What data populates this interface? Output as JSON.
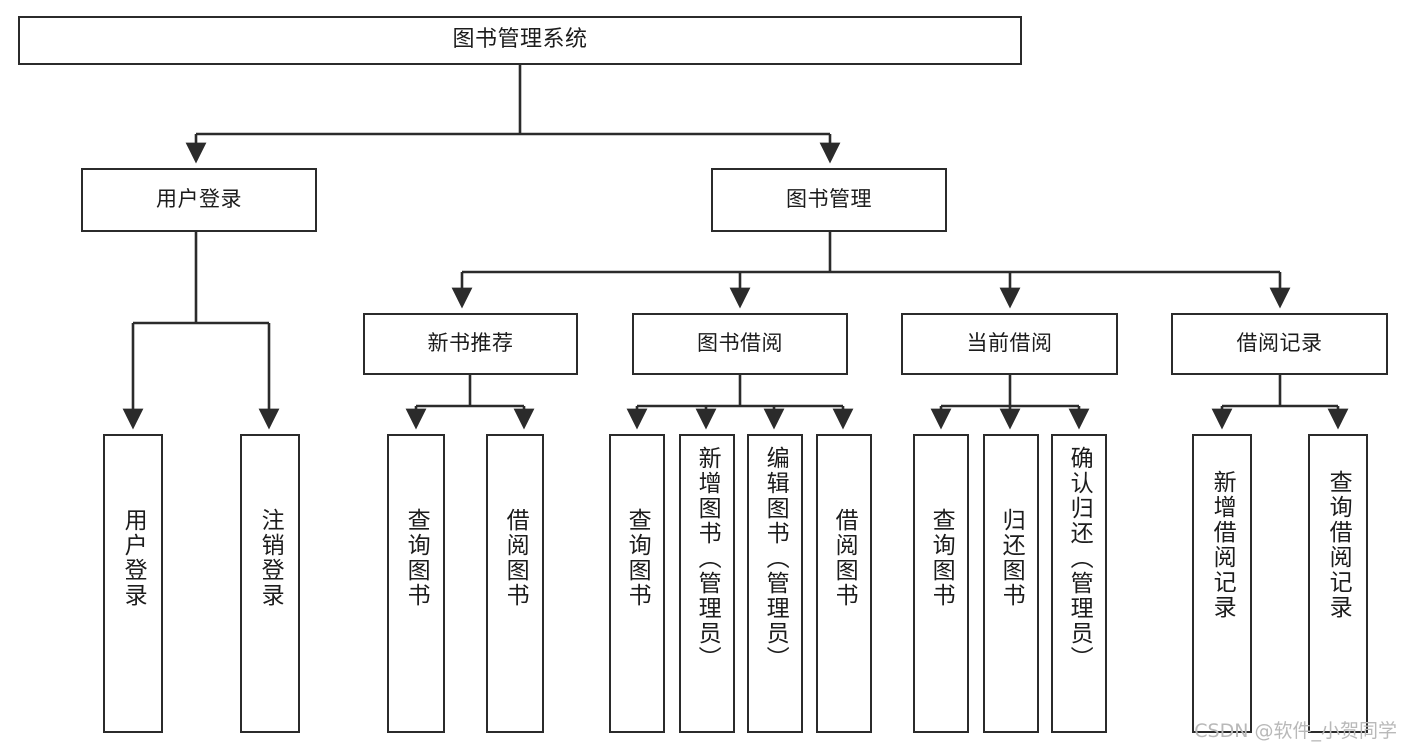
{
  "diagram": {
    "type": "tree",
    "title": "图书管理系统",
    "watermark": "CSDN @软件_小贺同学",
    "colors": {
      "box_border": "#2b2b2b",
      "box_fill": "#ffffff",
      "edge": "#2b2b2b",
      "text": "#1c1c1c",
      "watermark": "#b9b9b9",
      "background": "#ffffff"
    },
    "levels": {
      "root": [
        "图书管理系统"
      ],
      "level2": [
        "用户登录",
        "图书管理"
      ],
      "level3": [
        "新书推荐",
        "图书借阅",
        "当前借阅",
        "借阅记录"
      ],
      "leaves": [
        "用户登录",
        "注销登录",
        "查询图书",
        "借阅图书",
        "查询图书",
        "新增图书（管理员）",
        "编辑图书（管理员）",
        "借阅图书",
        "查询图书",
        "归还图书",
        "确认归还（管理员）",
        "新增借阅记录",
        "查询借阅记录"
      ]
    },
    "nodes": {
      "root": {
        "label": "图书管理系统"
      },
      "user_login": {
        "label": "用户登录"
      },
      "book_manage": {
        "label": "图书管理"
      },
      "new_book_rec": {
        "label": "新书推荐"
      },
      "book_borrow": {
        "label": "图书借阅"
      },
      "current_borrow": {
        "label": "当前借阅"
      },
      "borrow_record": {
        "label": "借阅记录"
      },
      "leaf_user_login": {
        "label": "用户登录"
      },
      "leaf_user_logout": {
        "label": "注销登录"
      },
      "leaf_query_book_1": {
        "label": "查询图书"
      },
      "leaf_borrow_book_1": {
        "label": "借阅图书"
      },
      "leaf_query_book_2": {
        "label": "查询图书"
      },
      "leaf_add_book": {
        "label": "新增图书（管理员）"
      },
      "leaf_edit_book": {
        "label": "编辑图书（管理员）"
      },
      "leaf_borrow_book_2": {
        "label": "借阅图书"
      },
      "leaf_query_book_3": {
        "label": "查询图书"
      },
      "leaf_return_book": {
        "label": "归还图书"
      },
      "leaf_confirm_return": {
        "label": "确认归还（管理员）"
      },
      "leaf_add_record": {
        "label": "新增借阅记录"
      },
      "leaf_query_record": {
        "label": "查询借阅记录"
      }
    },
    "edges": [
      {
        "from": "root",
        "to": "user_login"
      },
      {
        "from": "root",
        "to": "book_manage"
      },
      {
        "from": "user_login",
        "to": "leaf_user_login"
      },
      {
        "from": "user_login",
        "to": "leaf_user_logout"
      },
      {
        "from": "book_manage",
        "to": "new_book_rec"
      },
      {
        "from": "book_manage",
        "to": "book_borrow"
      },
      {
        "from": "book_manage",
        "to": "current_borrow"
      },
      {
        "from": "book_manage",
        "to": "borrow_record"
      },
      {
        "from": "new_book_rec",
        "to": "leaf_query_book_1"
      },
      {
        "from": "new_book_rec",
        "to": "leaf_borrow_book_1"
      },
      {
        "from": "book_borrow",
        "to": "leaf_query_book_2"
      },
      {
        "from": "book_borrow",
        "to": "leaf_add_book"
      },
      {
        "from": "book_borrow",
        "to": "leaf_edit_book"
      },
      {
        "from": "book_borrow",
        "to": "leaf_borrow_book_2"
      },
      {
        "from": "current_borrow",
        "to": "leaf_query_book_3"
      },
      {
        "from": "current_borrow",
        "to": "leaf_return_book"
      },
      {
        "from": "current_borrow",
        "to": "leaf_confirm_return"
      },
      {
        "from": "borrow_record",
        "to": "leaf_add_record"
      },
      {
        "from": "borrow_record",
        "to": "leaf_query_record"
      }
    ]
  }
}
